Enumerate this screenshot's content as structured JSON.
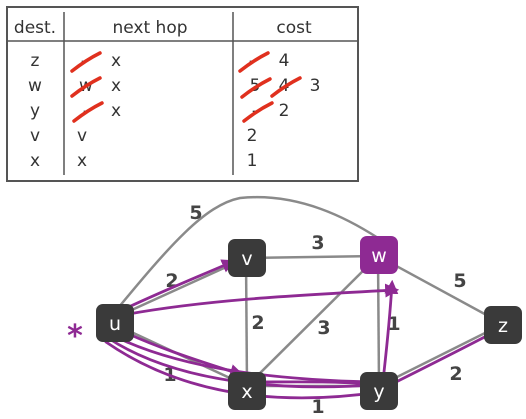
{
  "table": {
    "headers": [
      "dest.",
      "next hop",
      "cost"
    ],
    "rows": [
      {
        "dest": "z",
        "old_hop": "-",
        "hop": "x",
        "old_costs": [
          "-"
        ],
        "cost": "4"
      },
      {
        "dest": "w",
        "old_hop": "w",
        "hop": "x",
        "old_costs": [
          "5",
          "4"
        ],
        "cost": "3"
      },
      {
        "dest": "y",
        "old_hop": "-",
        "hop": "x",
        "old_costs": [
          "-"
        ],
        "cost": "2"
      },
      {
        "dest": "v",
        "old_hop": "",
        "hop": "v",
        "old_costs": [],
        "cost": "2"
      },
      {
        "dest": "x",
        "old_hop": "",
        "hop": "x",
        "old_costs": [],
        "cost": "1"
      }
    ]
  },
  "graph": {
    "source_marker": "*",
    "nodes": [
      "u",
      "v",
      "w",
      "x",
      "y",
      "z"
    ],
    "highlighted_node": "w",
    "edges": [
      {
        "from": "u",
        "to": "w",
        "weight": "5"
      },
      {
        "from": "u",
        "to": "v",
        "weight": "2"
      },
      {
        "from": "v",
        "to": "w",
        "weight": "3"
      },
      {
        "from": "v",
        "to": "x",
        "weight": "2"
      },
      {
        "from": "x",
        "to": "w",
        "weight": "3"
      },
      {
        "from": "w",
        "to": "z",
        "weight": "5"
      },
      {
        "from": "w",
        "to": "y",
        "weight": "1"
      },
      {
        "from": "u",
        "to": "x",
        "weight": "1"
      },
      {
        "from": "x",
        "to": "y",
        "weight": "1"
      },
      {
        "from": "y",
        "to": "z",
        "weight": "2"
      }
    ]
  },
  "colors": {
    "node": "#3a3a3a",
    "highlight_node": "#8e2a93",
    "edge": "#8a8a8a",
    "path": "#8e2a93",
    "strike": "#e0301e",
    "table_border": "#555555"
  }
}
